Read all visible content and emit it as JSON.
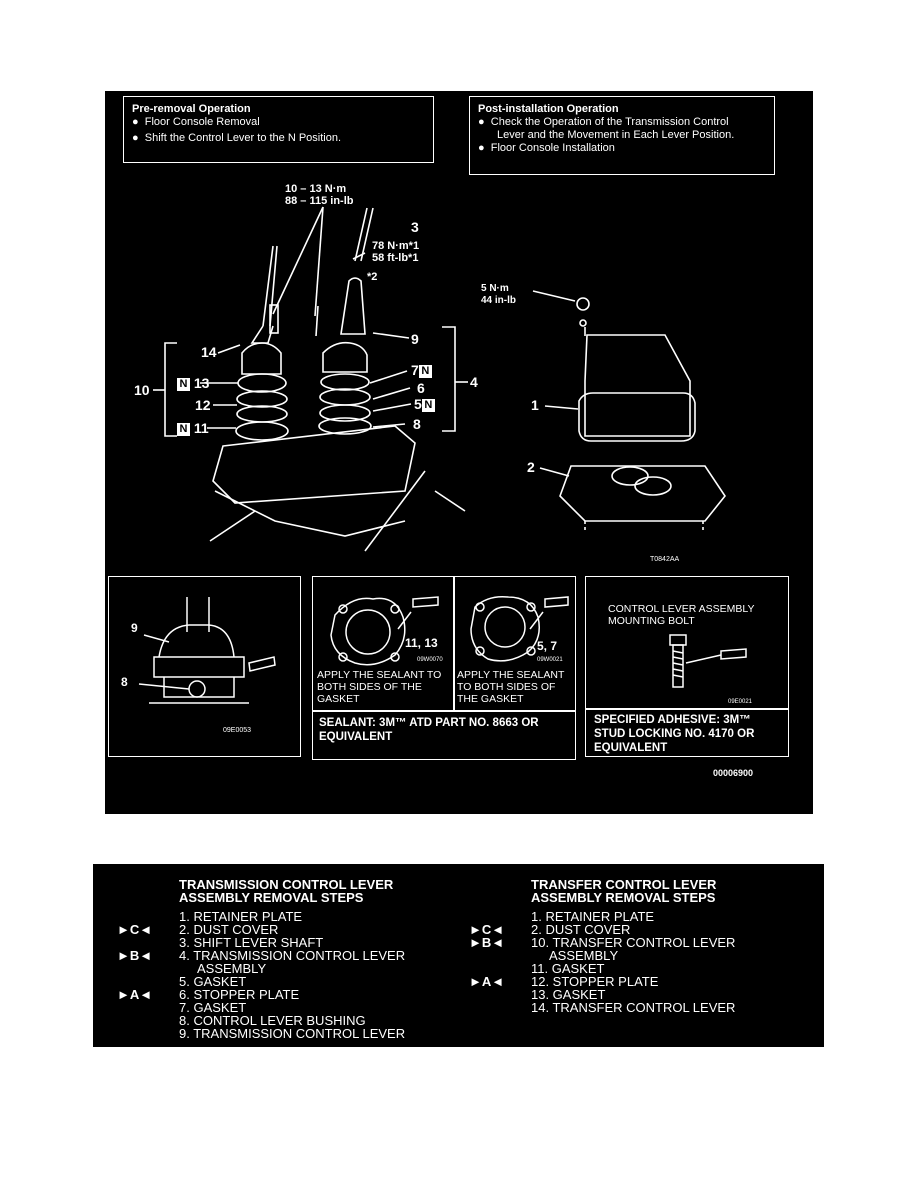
{
  "pre_removal": {
    "title": "Pre-removal Operation",
    "items": [
      "Floor Console Removal",
      "Shift the Control Lever to the N Position."
    ]
  },
  "post_installation": {
    "title": "Post-installation Operation",
    "items": [
      "Check the Operation of the Transmission Control",
      "Lever and the Movement in Each Lever Position.",
      "Floor Console Installation"
    ]
  },
  "torque": {
    "bolt_nm": "10 – 13 N·m",
    "bolt_inlb": "88 – 115 in-lb",
    "shaft_nm": "78 N·m*1",
    "shaft_ftlb": "58 ft-lb*1",
    "plate_nm": "5 N·m",
    "plate_inlb": "44 in-lb"
  },
  "callouts": {
    "c1": "1",
    "c2": "2",
    "c3": "3",
    "c4": "4",
    "c5": "5",
    "c6": "6",
    "c7": "7",
    "c8": "8",
    "c9": "9",
    "c10": "10",
    "c11": "11",
    "c12": "12",
    "c13": "13",
    "c14": "14",
    "star2": "*2",
    "n": "N"
  },
  "codes": {
    "main": "T0842AA",
    "detail_a": "09E0053",
    "gasket_a": "09W0070",
    "gasket_b": "09W0021",
    "bolt": "09E0021",
    "figure": "00006900"
  },
  "gasket_labels": {
    "left": "11, 13",
    "right": "5, 7"
  },
  "sealant_note": "APPLY THE SEALANT TO BOTH SIDES OF THE GASKET",
  "sealant_spec": "SEALANT: 3M™ ATD PART NO. 8663 OR EQUIVALENT",
  "bolt_title": "CONTROL LEVER ASSEMBLY MOUNTING BOLT",
  "adhesive_spec": "SPECIFIED ADHESIVE: 3M™ STUD LOCKING NO. 4170 OR EQUIVALENT",
  "transmission_steps": {
    "title_line1": "TRANSMISSION CONTROL LEVER",
    "title_line2": "ASSEMBLY REMOVAL STEPS",
    "steps": [
      {
        "mark": "",
        "text": "1. RETAINER PLATE"
      },
      {
        "mark": "►C◄",
        "text": "2. DUST COVER"
      },
      {
        "mark": "",
        "text": "3. SHIFT LEVER SHAFT"
      },
      {
        "mark": "►B◄",
        "text": "4. TRANSMISSION CONTROL LEVER"
      },
      {
        "mark": "",
        "text": "ASSEMBLY"
      },
      {
        "mark": "",
        "text": "5. GASKET"
      },
      {
        "mark": "►A◄",
        "text": "6. STOPPER PLATE"
      },
      {
        "mark": "",
        "text": "7. GASKET"
      },
      {
        "mark": "",
        "text": "8. CONTROL LEVER BUSHING"
      },
      {
        "mark": "",
        "text": "9. TRANSMISSION CONTROL LEVER"
      }
    ]
  },
  "transfer_steps": {
    "title_line1": "TRANSFER CONTROL LEVER",
    "title_line2": "ASSEMBLY REMOVAL STEPS",
    "steps": [
      {
        "mark": "",
        "text": "1. RETAINER PLATE"
      },
      {
        "mark": "►C◄",
        "text": "2. DUST COVER"
      },
      {
        "mark": "►B◄",
        "text": "10. TRANSFER CONTROL LEVER"
      },
      {
        "mark": "",
        "text": "ASSEMBLY"
      },
      {
        "mark": "",
        "text": "11. GASKET"
      },
      {
        "mark": "►A◄",
        "text": "12. STOPPER PLATE"
      },
      {
        "mark": "",
        "text": "13. GASKET"
      },
      {
        "mark": "",
        "text": "14. TRANSFER CONTROL LEVER"
      }
    ]
  }
}
